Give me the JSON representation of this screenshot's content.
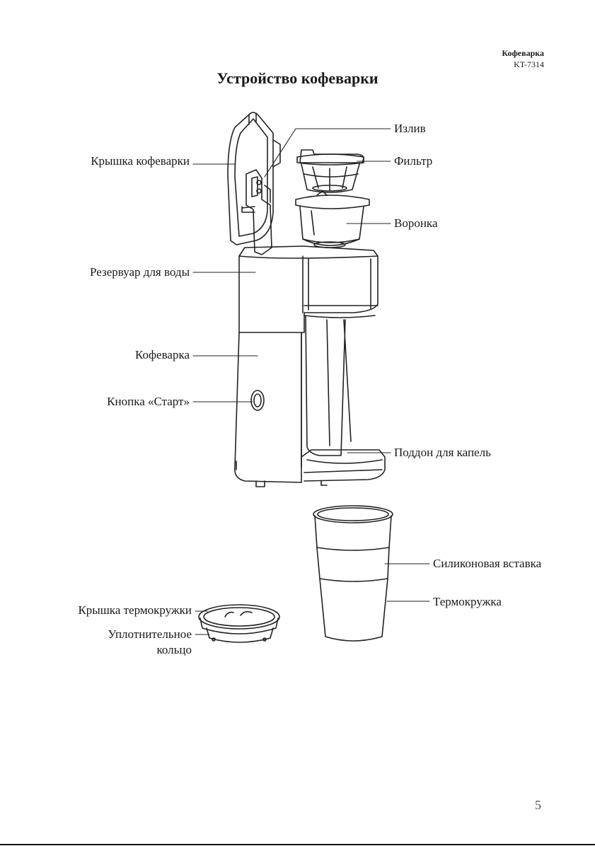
{
  "header": {
    "product": "Кофеварка",
    "model": "KT-7314"
  },
  "title": "Устройство кофеварки",
  "labels": {
    "spout": "Излив",
    "lid": "Крышка кофеварки",
    "filter": "Фильтр",
    "funnel": "Воронка",
    "tank": "Резервуар для воды",
    "body": "Кофеварка",
    "start": "Кнопка «Старт»",
    "tray": "Поддон для капель",
    "sleeve": "Силиконовая вставка",
    "mug": "Термокружка",
    "mug_lid": "Крышка термокружки",
    "seal_line1": "Уплотнительное",
    "seal_line2": "кольцо"
  },
  "page_number": "5"
}
